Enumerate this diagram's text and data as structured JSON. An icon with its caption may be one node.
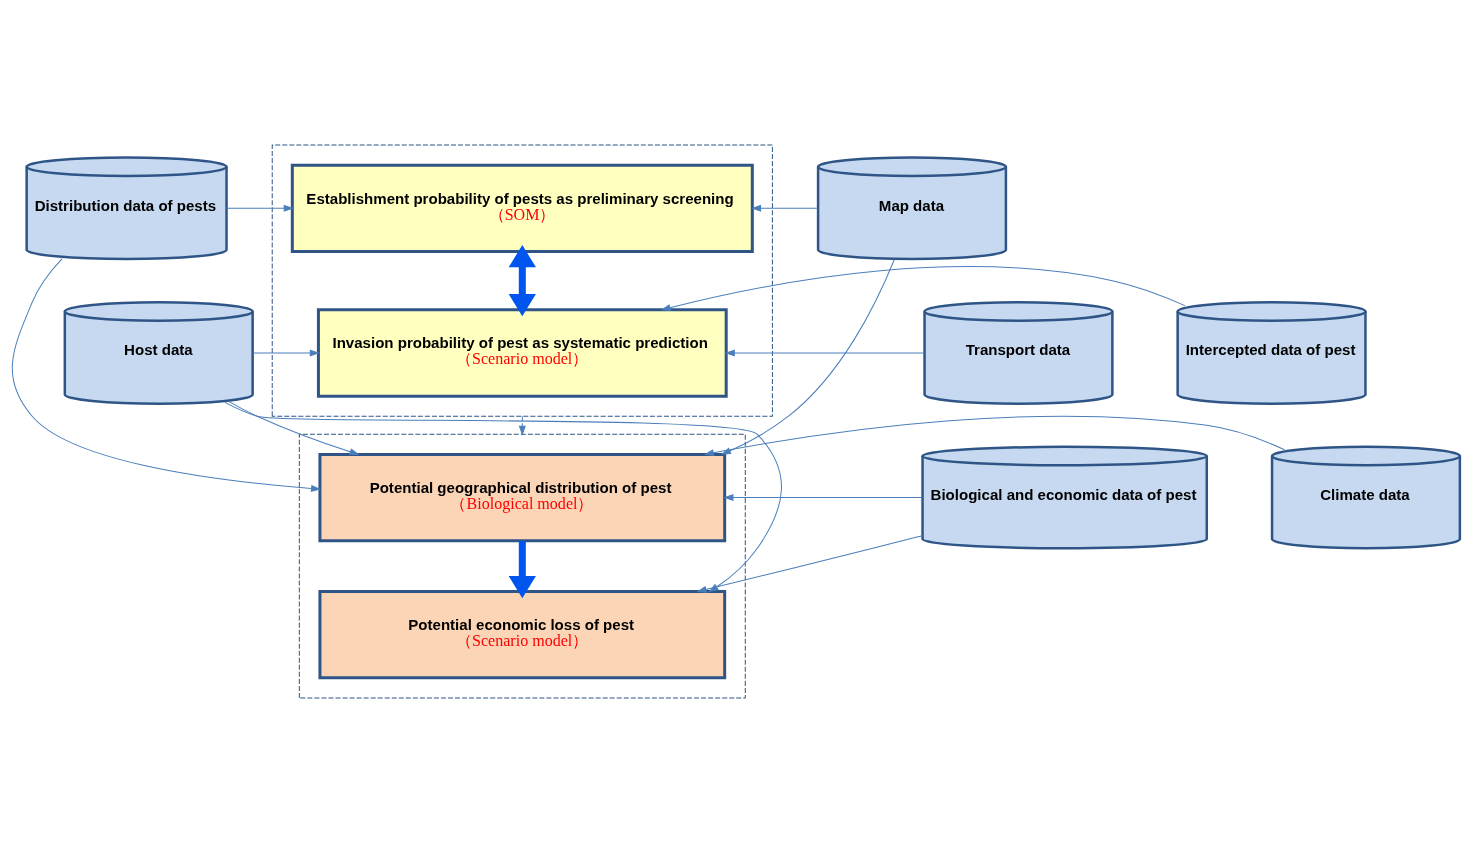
{
  "diagram": {
    "nodes": [
      {
        "text": [
          "Distribution data of pests"
        ]
      },
      {
        "text": [],
        "shape": "box"
      },
      {
        "text": [
          "Establishment probability of pests as preliminary screening",
          "（SOM）"
        ],
        "in": 1
      },
      {
        "text": [
          "Invasion probability of pest as systematic prediction",
          "（Scenario model）"
        ],
        "in": 1
      },
      {
        "text": [
          "Map data"
        ]
      },
      {
        "text": [
          "Transport data"
        ]
      },
      {
        "text": [
          "Intercepted data of pest"
        ]
      },
      {
        "text": [],
        "shape": "box"
      },
      {
        "text": [
          "Potential geographical distribution of pest",
          "（Biological model）"
        ],
        "in": 7
      },
      {
        "text": [
          "Potential economic loss of pest",
          "（Scenario model）"
        ],
        "in": 7
      },
      {
        "text": [
          "Climate data"
        ]
      },
      {
        "text": [
          "Biological and economic data of pest"
        ]
      },
      {
        "text": [
          "Host data"
        ]
      }
    ],
    "edges": [
      {
        "from": 0,
        "to": 2,
        "arrow": "to"
      },
      {
        "from": 0,
        "to": 8,
        "arrow": "to"
      },
      {
        "from": 6,
        "to": 3,
        "arrow": "to"
      },
      {
        "from": 11,
        "to": 8,
        "arrow": "to"
      },
      {
        "from": 11,
        "to": 9,
        "arrow": "to"
      },
      {
        "from": 4,
        "to": 2,
        "arrow": "to"
      },
      {
        "from": 4,
        "to": 8,
        "arrow": "to"
      },
      {
        "from": 5,
        "to": 3,
        "arrow": "to"
      },
      {
        "from": 12,
        "to": 3,
        "arrow": "to"
      },
      {
        "from": 10,
        "to": 8,
        "arrow": "to"
      },
      {
        "from": 12,
        "to": 8,
        "arrow": "to"
      },
      {
        "from": 12,
        "to": 9,
        "arrow": "to"
      },
      {
        "from": 2,
        "to": 3,
        "arrow": "both",
        "style": "thick",
        "color": "#0055ee"
      },
      {
        "from": 1,
        "to": 7,
        "arrow": "to",
        "style": "dashed"
      },
      {
        "from": 8,
        "to": 9,
        "arrow": "to",
        "style": "thick",
        "color": "#0055ee"
      }
    ]
  }
}
